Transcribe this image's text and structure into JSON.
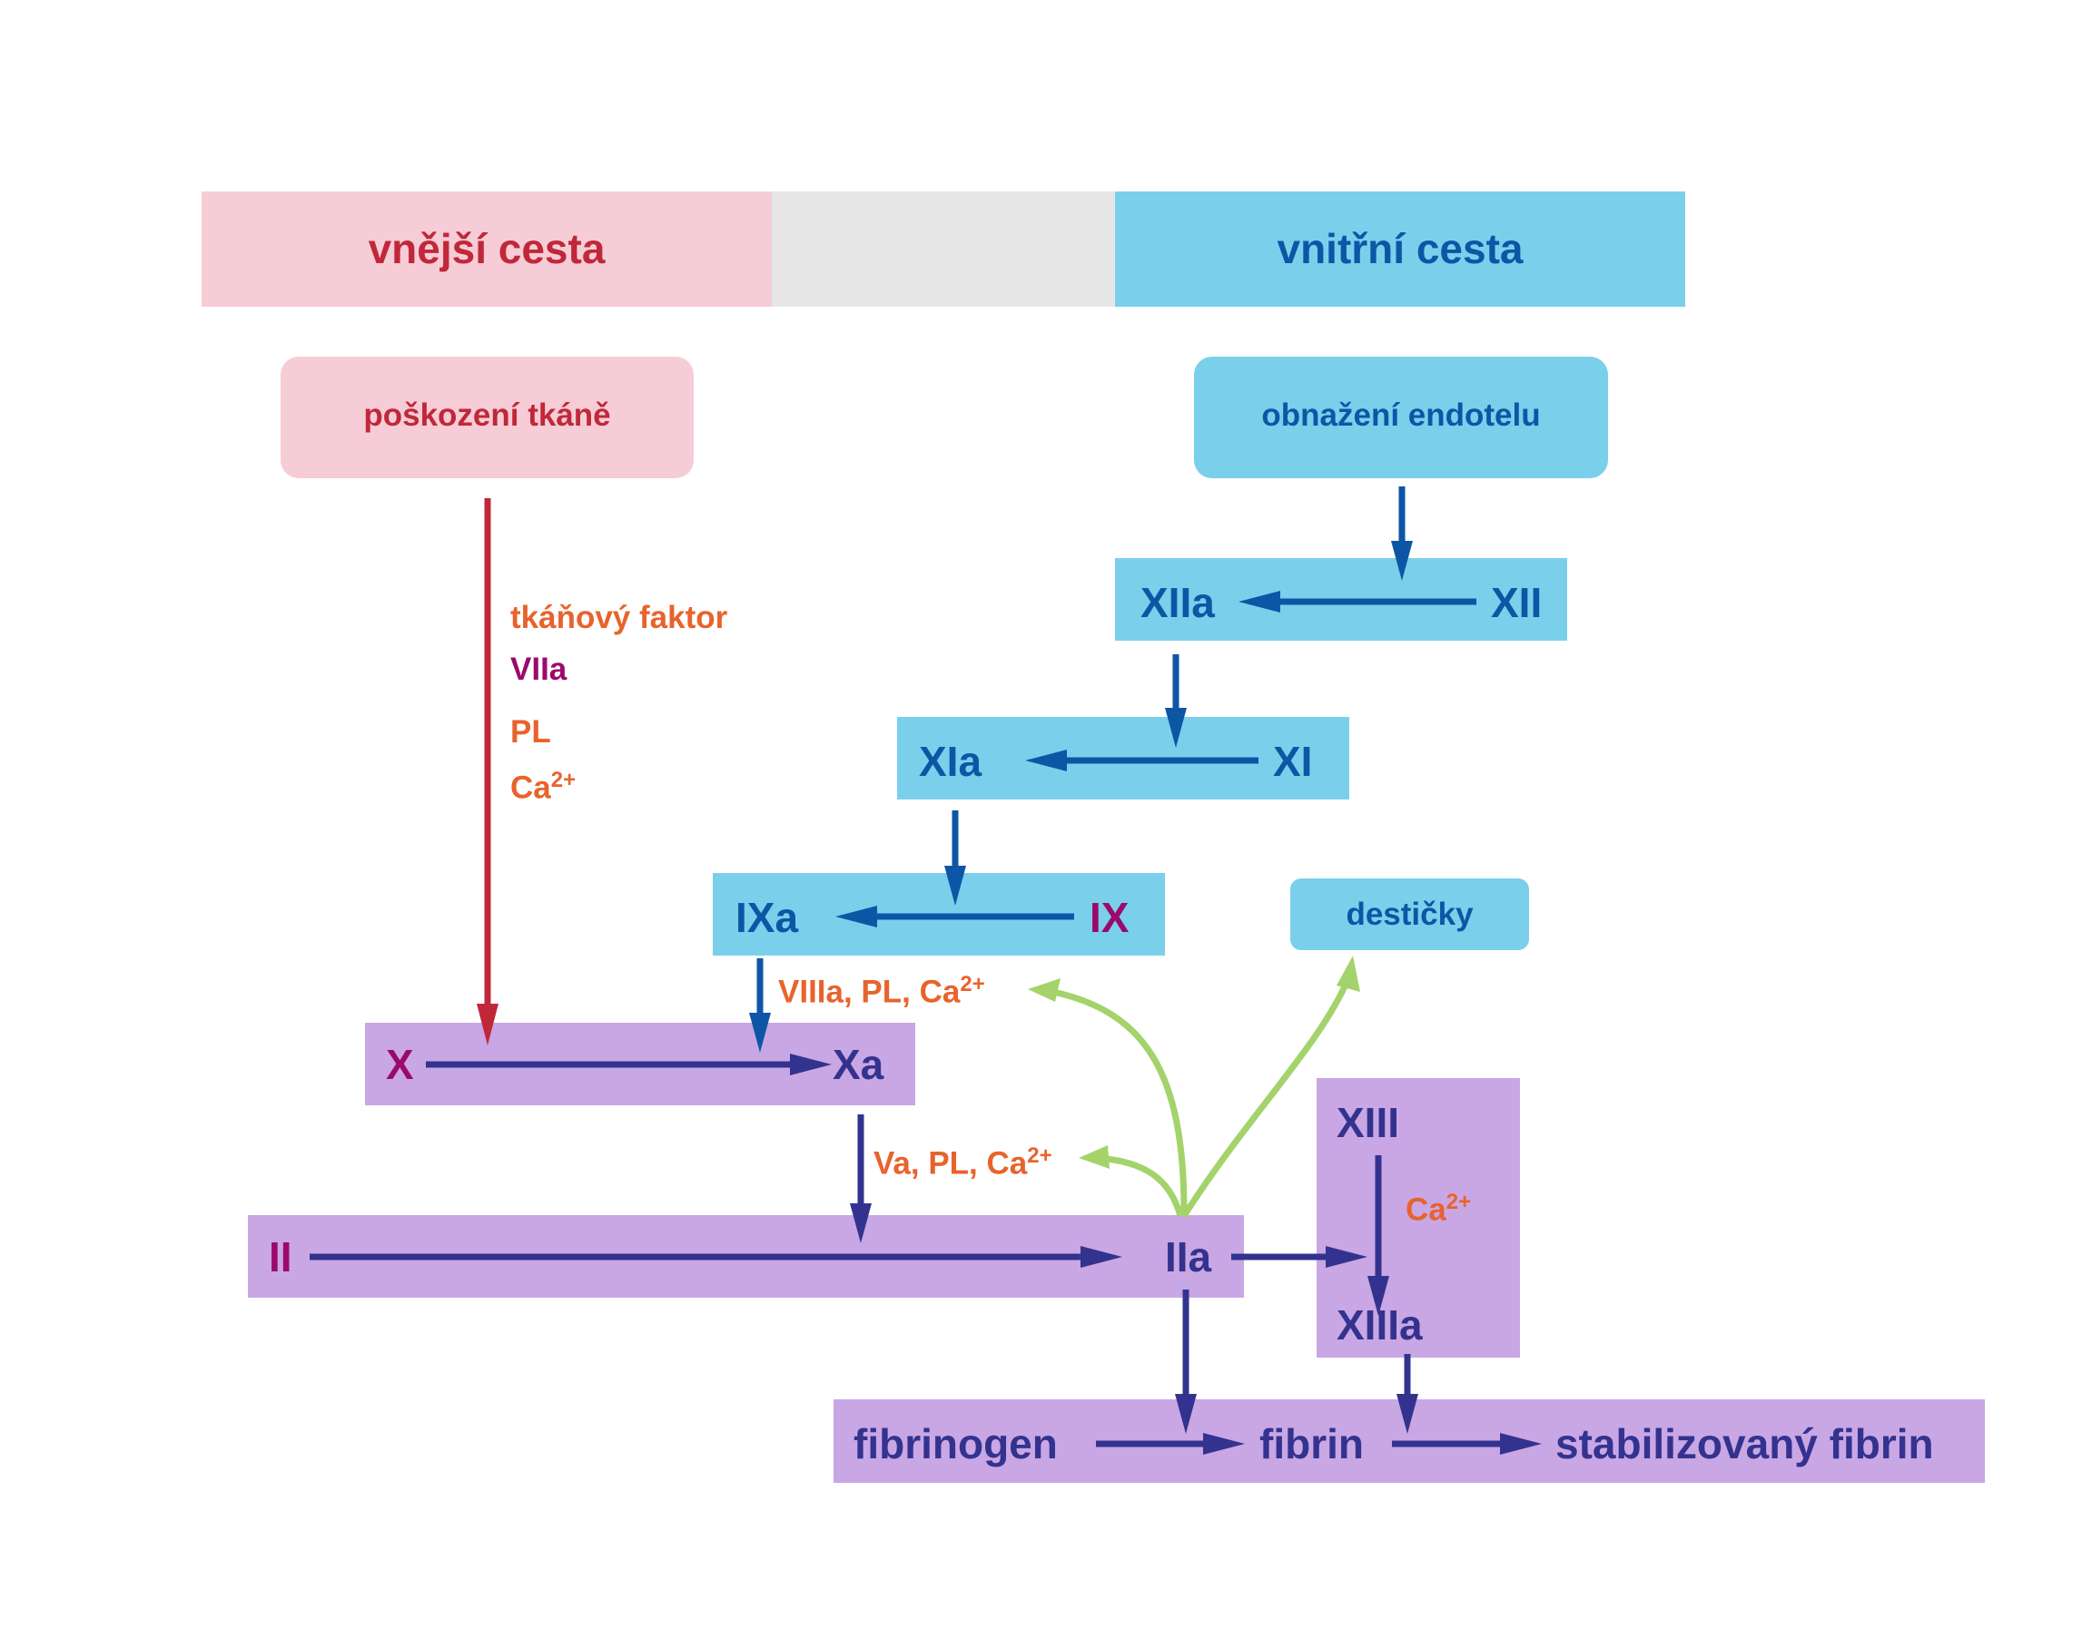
{
  "colors": {
    "pink": "#f6cdd6",
    "grey": "#e6e6e6",
    "blue": "#7ad0eb",
    "purple": "#c9a7e4",
    "red_text": "#c0283a",
    "blue_text": "#0d56a6",
    "navy": "#33338f",
    "magenta": "#9b0a6a",
    "orange": "#e8632c",
    "green": "#a3d36a"
  },
  "header": {
    "extrinsic": "vnější cesta",
    "intrinsic": "vnitřní cesta"
  },
  "triggers": {
    "tissue_damage": "poškození tkáně",
    "endothelium": "obnažení endotelu",
    "platelets": "destičky"
  },
  "extrinsic_cofactors": {
    "tissue_factor": "tkáňový faktor",
    "vii": "VIIa",
    "pl": "PL",
    "ca": "Ca",
    "charge": "2+"
  },
  "factors": {
    "xiia": "XIIa",
    "xii": "XII",
    "xia": "XIa",
    "xi": "XI",
    "ixa": "IXa",
    "ix": "IX",
    "x": "X",
    "xa": "Xa",
    "ii": "II",
    "iia": "IIa",
    "xiii": "XIII",
    "xiiia": "XIIIa"
  },
  "cofactors": {
    "viii": "VIIIa, PL, Ca",
    "va": "Va, PL, Ca",
    "ca13": "Ca",
    "charge": "2+"
  },
  "fibrin": {
    "fibrinogen": "fibrinogen",
    "fibrin": "fibrin",
    "stabilized": "stabilizovaný fibrin"
  }
}
